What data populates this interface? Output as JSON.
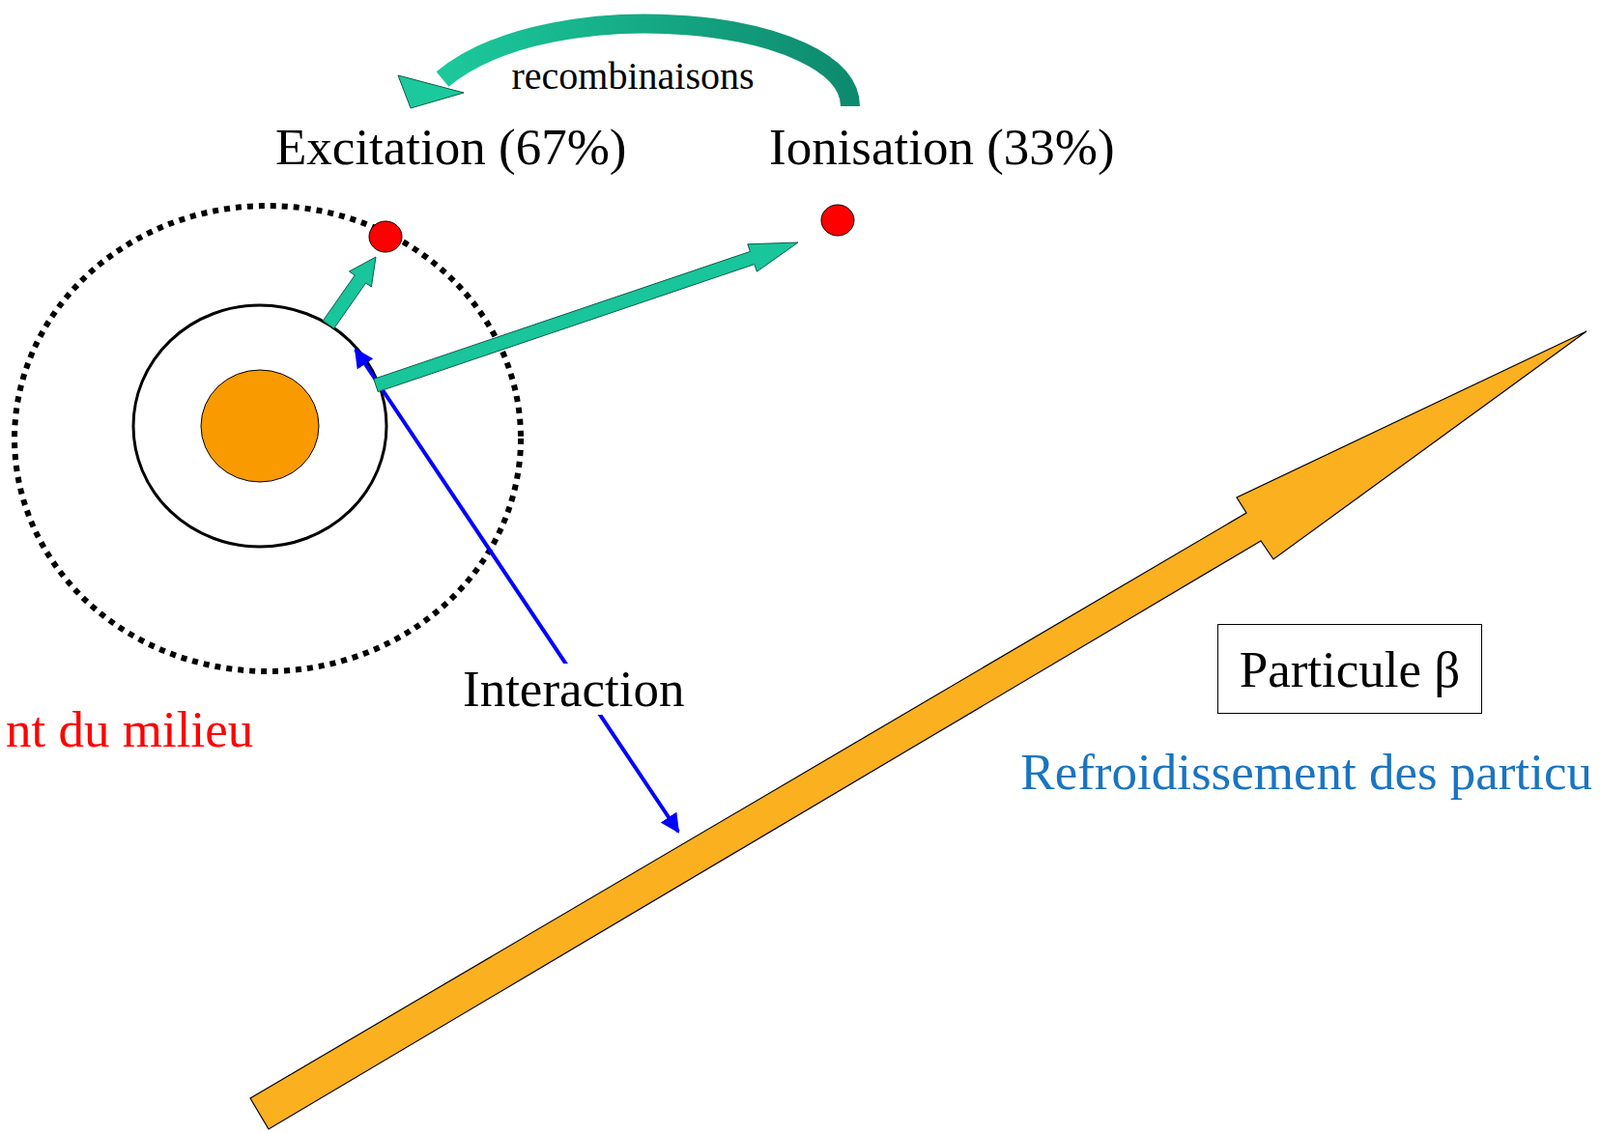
{
  "diagram": {
    "nodes": [
      {
        "text": [
          "Particule β"
        ]
      }
    ],
    "labels": [
      "recombinaisons",
      "Excitation (67%)",
      "Ionisation (33%)",
      "Interaction",
      "nt du milieu",
      "Refroidissement des particu"
    ]
  }
}
